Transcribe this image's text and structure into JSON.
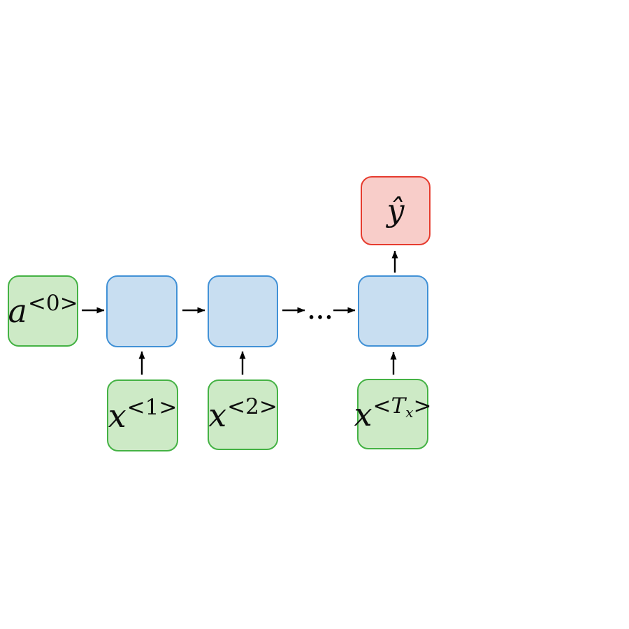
{
  "diagram": {
    "type": "rnn-many-to-one",
    "ellipsis": "...",
    "nodes": {
      "a0": {
        "base": "a",
        "sup": "<0>"
      },
      "x1": {
        "base": "x",
        "sup": "<1>"
      },
      "x2": {
        "base": "x",
        "sup": "<2>"
      },
      "xTx": {
        "base": "x",
        "sup_open": "<",
        "sup_T": "T",
        "sub": "x",
        "sup_close": ">"
      },
      "yhat": {
        "label": "ŷ"
      }
    },
    "colors": {
      "green_fill": "#cdeac6",
      "green_stroke": "#44b244",
      "blue_fill": "#c8def1",
      "blue_stroke": "#4191d6",
      "red_fill": "#f8cdc9",
      "red_stroke": "#e63b2e",
      "arrow": "#000000"
    }
  }
}
